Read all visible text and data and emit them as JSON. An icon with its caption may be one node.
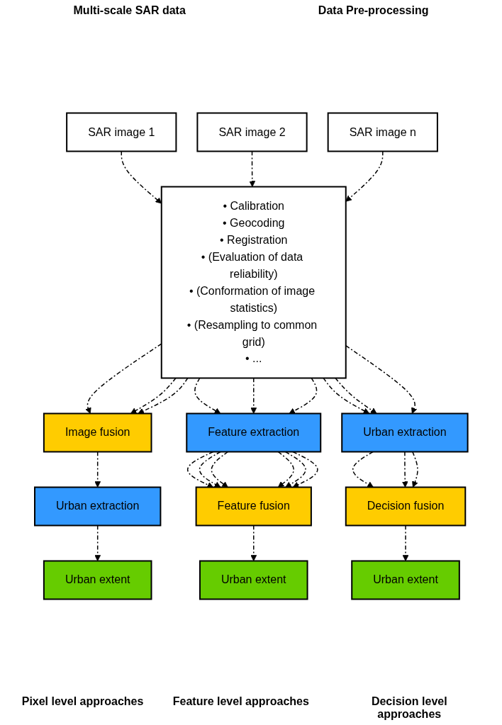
{
  "diagram": {
    "nodes": [
      {
        "text": [
          "SAR image 1"
        ]
      },
      {
        "text": [
          "SAR image 2"
        ]
      },
      {
        "text": [
          "SAR image n"
        ]
      },
      {
        "text": [
          "• Calibration",
          "• Geocoding",
          "• Registration",
          "• (Evaluation of data reliability)",
          "• (Conformation of image statistics)",
          "• (Resampling to common grid)",
          "• ..."
        ]
      },
      {
        "text": [
          "Image fusion"
        ]
      },
      {
        "text": [
          "Feature extraction"
        ]
      },
      {
        "text": [
          "Urban extraction"
        ]
      },
      {
        "text": [
          "Urban extraction"
        ]
      },
      {
        "text": [
          "Feature fusion"
        ]
      },
      {
        "text": [
          "Decision fusion"
        ]
      },
      {
        "text": [
          "Urban extent"
        ]
      },
      {
        "text": [
          "Urban extent"
        ]
      },
      {
        "text": [
          "Urban extent"
        ]
      }
    ],
    "edges": [
      {
        "from": 0,
        "to": 3,
        "arrow": "to",
        "style": "dashed"
      },
      {
        "from": 1,
        "to": 3,
        "arrow": "to",
        "style": "dashed"
      },
      {
        "from": 2,
        "to": 3,
        "arrow": "to",
        "style": "dashed"
      },
      {
        "from": 3,
        "to": 4,
        "arrow": "to",
        "style": "dashed"
      },
      {
        "from": 3,
        "to": 4,
        "arrow": "to",
        "style": "dashed"
      },
      {
        "from": 3,
        "to": 4,
        "arrow": "to",
        "style": "dashed"
      },
      {
        "from": 3,
        "to": 5,
        "arrow": "to",
        "style": "dashed"
      },
      {
        "from": 3,
        "to": 5,
        "arrow": "to",
        "style": "dashed"
      },
      {
        "from": 3,
        "to": 5,
        "arrow": "to",
        "style": "dashed"
      },
      {
        "from": 3,
        "to": 6,
        "arrow": "to",
        "style": "dashed"
      },
      {
        "from": 3,
        "to": 6,
        "arrow": "to",
        "style": "dashed"
      },
      {
        "from": 3,
        "to": 6,
        "arrow": "to",
        "style": "dashed"
      },
      {
        "from": 4,
        "to": 7,
        "arrow": "to",
        "style": "dashed"
      },
      {
        "from": 5,
        "to": 8,
        "arrow": "to",
        "style": "dashed"
      },
      {
        "from": 5,
        "to": 8,
        "arrow": "to",
        "style": "dashed"
      },
      {
        "from": 5,
        "to": 8,
        "arrow": "to",
        "style": "dashed"
      },
      {
        "from": 5,
        "to": 8,
        "arrow": "to",
        "style": "dashed"
      },
      {
        "from": 5,
        "to": 8,
        "arrow": "to",
        "style": "dashed"
      },
      {
        "from": 5,
        "to": 8,
        "arrow": "to",
        "style": "dashed"
      },
      {
        "from": 6,
        "to": 9,
        "arrow": "to",
        "style": "dashed"
      },
      {
        "from": 6,
        "to": 9,
        "arrow": "to",
        "style": "dashed"
      },
      {
        "from": 6,
        "to": 9,
        "arrow": "to",
        "style": "dashed"
      },
      {
        "from": 7,
        "to": 10,
        "arrow": "to",
        "style": "dashed"
      },
      {
        "from": 8,
        "to": 11,
        "arrow": "to",
        "style": "dashed"
      },
      {
        "from": 9,
        "to": 12,
        "arrow": "to",
        "style": "dashed"
      }
    ],
    "labels": [
      "Multi-scale SAR data",
      "Data Pre-processing",
      "Pixel level approaches",
      "Feature level approaches",
      "Decision level approaches"
    ]
  }
}
